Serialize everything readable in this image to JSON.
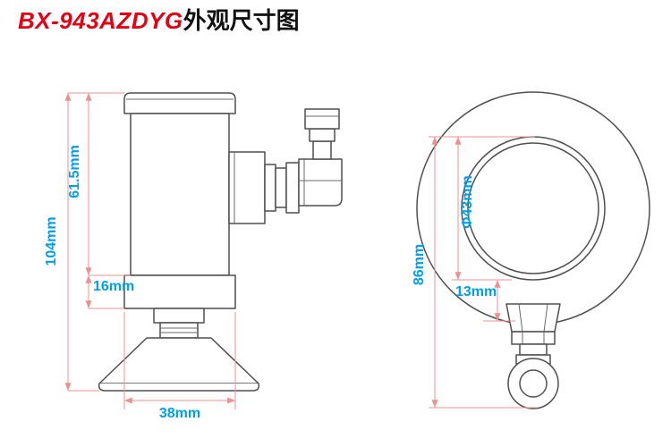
{
  "title": {
    "model": "BX-943AZDYG",
    "suffix": "外观尺寸图"
  },
  "colors": {
    "model_red": "#e60012",
    "title_black": "#111111",
    "dimension_text_blue": "#00a0e9",
    "dimension_line_red": "#f08f8f",
    "drawing_line_gray": "#4f4f4f",
    "background": "#ffffff"
  },
  "views": {
    "side": {
      "label": "side-view-outline-drawing",
      "dimensions": {
        "total_height": "104mm",
        "upper_body_height": "61.5mm",
        "flange_height": "16mm",
        "base_width": "38mm"
      }
    },
    "front": {
      "label": "front-view-outline-drawing",
      "dimensions": {
        "inner_diameter": "Φ43mm",
        "overall_height": "86mm",
        "neck_height": "13mm"
      }
    }
  }
}
